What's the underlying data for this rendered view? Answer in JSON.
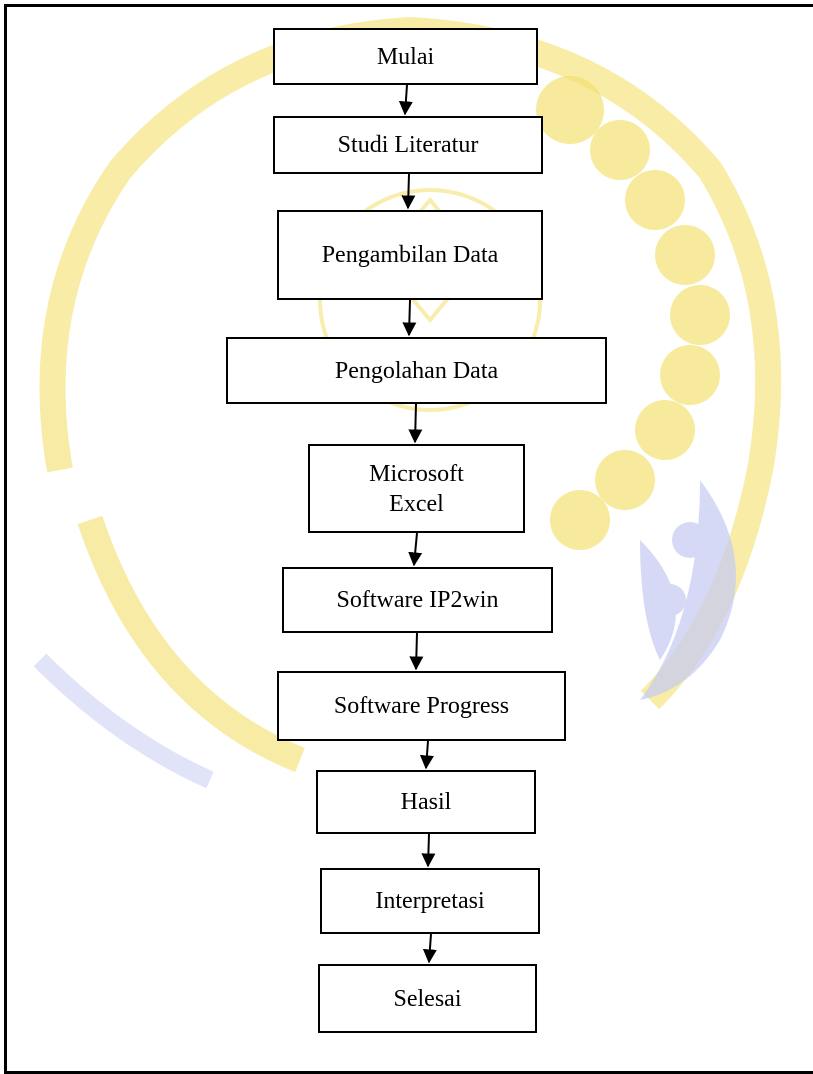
{
  "steps": [
    {
      "label": "Mulai"
    },
    {
      "label": "Studi Literatur"
    },
    {
      "label": "Pengambilan Data"
    },
    {
      "label": "Pengolahan Data"
    },
    {
      "label": "Microsoft Excel"
    },
    {
      "label": "Software IP2win"
    },
    {
      "label": "Software Progress"
    },
    {
      "label": "Hasil"
    },
    {
      "label": "Interpretasi"
    },
    {
      "label": "Selesai"
    }
  ],
  "colors": {
    "watermark": "#f3df6a",
    "watermark_light": "#f8eaa2",
    "watermark_blue": "#c9cdf2",
    "line": "#000000"
  }
}
